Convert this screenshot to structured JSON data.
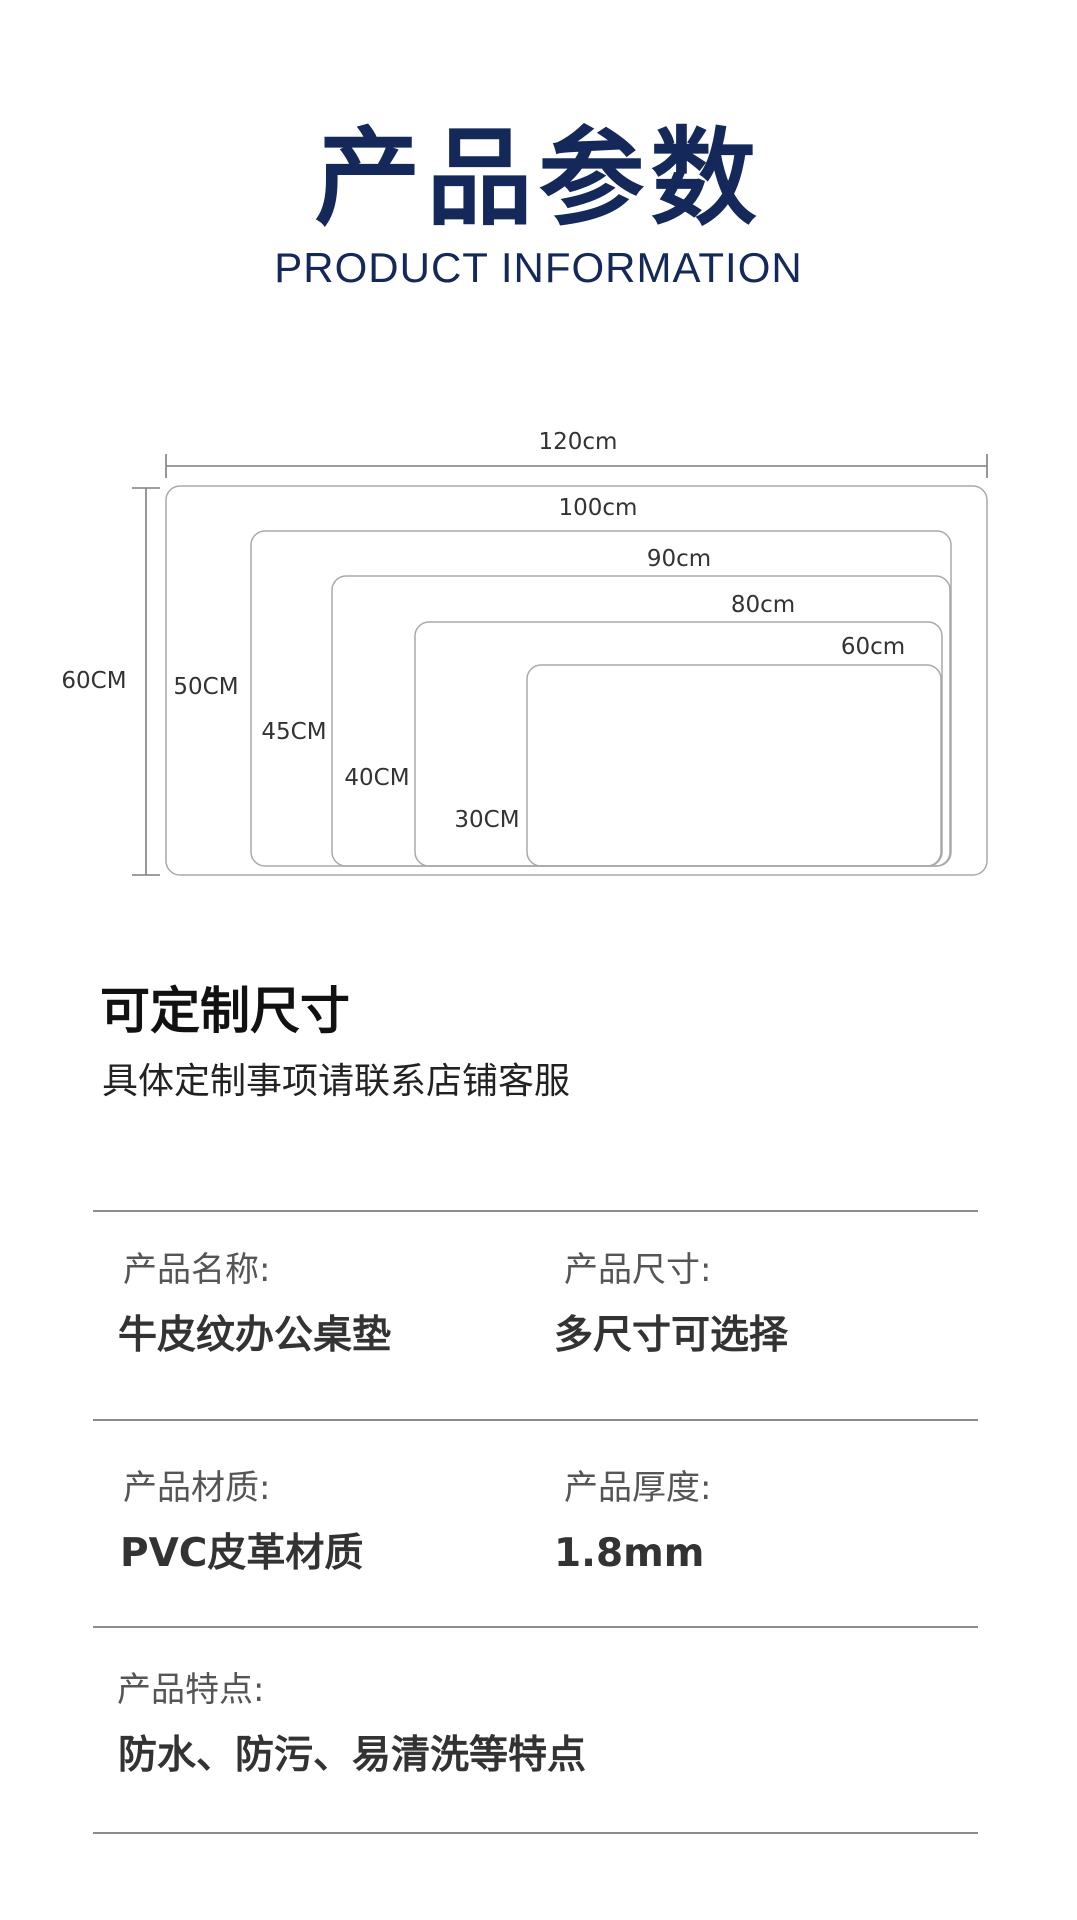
{
  "header": {
    "title": "产品参数",
    "subtitle": "PRODUCT INFORMATION"
  },
  "size_diagram": {
    "outer_width": "120cm",
    "outer_height": "60CM",
    "sizes": [
      {
        "width": "100cm",
        "height": "50CM"
      },
      {
        "width": "90cm",
        "height": "45CM"
      },
      {
        "width": "80cm",
        "height": "40CM"
      },
      {
        "width": "60cm",
        "height": "30CM"
      }
    ]
  },
  "customization": {
    "title": "可定制尺寸",
    "note": "具体定制事项请联系店铺客服"
  },
  "specs": {
    "name": {
      "label": "产品名称:",
      "value": "牛皮纹办公桌垫"
    },
    "size": {
      "label": "产品尺寸:",
      "value": "多尺寸可选择"
    },
    "material": {
      "label": "产品材质:",
      "value": "PVC皮革材质"
    },
    "thickness": {
      "label": "产品厚度:",
      "value": "1.8mm"
    },
    "features": {
      "label": "产品特点:",
      "value": "防水、防污、易清洗等特点"
    }
  },
  "colors": {
    "title_navy": "#15285a",
    "divider": "#8c8c8c",
    "outline": "#a9a9a9"
  }
}
